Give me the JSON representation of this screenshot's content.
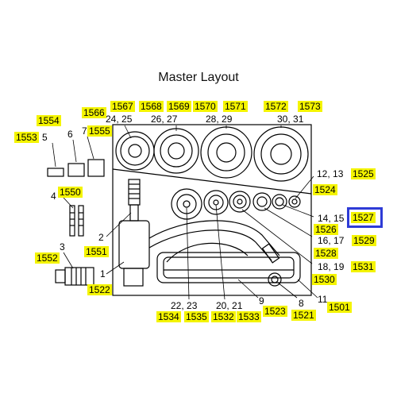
{
  "title": "Master Layout",
  "highlight_color": "#f4f400",
  "selection_color": "#2e3bd6",
  "selected_tag": "1527",
  "labels": {
    "l_24_25": "24, 25",
    "l_26_27": "26, 27",
    "l_28_29": "28, 29",
    "l_30_31": "30, 31",
    "l_5": "5",
    "l_6": "6",
    "l_7": "7",
    "l_4": "4",
    "l_3": "3",
    "l_2": "2",
    "l_1": "1",
    "l_12_13": "12, 13",
    "l_14_15": "14, 15",
    "l_16_17": "16, 17",
    "l_18_19": "18, 19",
    "l_22_23": "22, 23",
    "l_20_21": "20, 21",
    "l_9": "9",
    "l_8": "8",
    "l_11": "11"
  },
  "tags": {
    "t1554": "1554",
    "t1566": "1566",
    "t1567": "1567",
    "t1568": "1568",
    "t1569": "1569",
    "t1570": "1570",
    "t1571": "1571",
    "t1572": "1572",
    "t1573": "1573",
    "t1553": "1553",
    "t1555": "1555",
    "t1525": "1525",
    "t1524": "1524",
    "t1550": "1550",
    "t1526": "1526",
    "t1527": "1527",
    "t1529": "1529",
    "t1528": "1528",
    "t1531": "1531",
    "t1530": "1530",
    "t1551": "1551",
    "t1552": "1552",
    "t1522": "1522",
    "t1523": "1523",
    "t1521": "1521",
    "t1501": "1501",
    "t1534": "1534",
    "t1535": "1535",
    "t1532": "1532",
    "t1533": "1533"
  }
}
